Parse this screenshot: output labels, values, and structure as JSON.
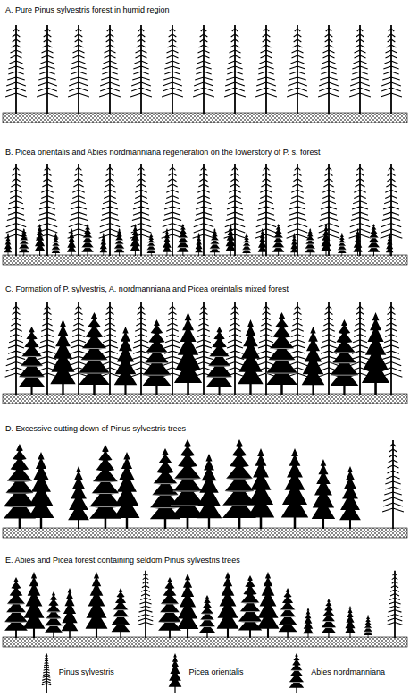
{
  "diagram": {
    "labels": [
      "A. Pure Pinus sylvestris forest in humid region",
      "B. Picea orientalis and Abies nordmanniana regeneration on the lowerstory of P. s. forest",
      "C. Formation of P. sylvestris, A. nordmanniana and Picea oreintalis mixed forest",
      "D. Excessive cutting down of Pinus sylvestris trees",
      "E. Abies and Picea forest containing seldom Pinus sylvestris trees"
    ],
    "legend": [
      {
        "text": "Pinus sylvestris"
      },
      {
        "text": "Picea orientalis"
      },
      {
        "text": "Abies nordmanniana"
      }
    ]
  }
}
